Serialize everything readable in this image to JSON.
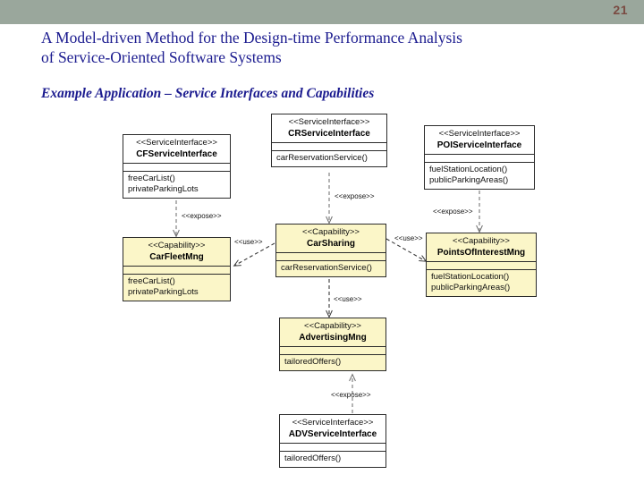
{
  "header": {
    "page_number": "21",
    "bar_color": "#9aa79c",
    "page_number_color": "#7a4b42"
  },
  "slide": {
    "title": "A Model-driven Method for the Design-time Performance Analysis\nof Service-Oriented Software Systems",
    "subtitle": "Example Application – Service Interfaces and Capabilities",
    "title_color": "#1b1b8f"
  },
  "diagram": {
    "type": "uml-class-diagram",
    "interface_fill": "#ffffff",
    "capability_fill": "#fbf6c8",
    "border_color": "#2b2b2b",
    "boxes": [
      {
        "id": "cf-service-interface",
        "stereotype": "<<ServiceInterface>>",
        "name": "CFServiceInterface",
        "operations": "freeCarList()\nprivateParkingLots",
        "kind": "interface"
      },
      {
        "id": "cr-service-interface",
        "stereotype": "<<ServiceInterface>>",
        "name": "CRServiceInterface",
        "operations": "carReservationService()",
        "kind": "interface"
      },
      {
        "id": "poi-service-interface",
        "stereotype": "<<ServiceInterface>>",
        "name": "POIServiceInterface",
        "operations": "fuelStationLocation()\npublicParkingAreas()",
        "kind": "interface"
      },
      {
        "id": "car-fleet-mng",
        "stereotype": "<<Capability>>",
        "name": "CarFleetMng",
        "operations": "freeCarList()\nprivateParkingLots",
        "kind": "capability"
      },
      {
        "id": "car-sharing",
        "stereotype": "<<Capability>>",
        "name": "CarSharing",
        "operations": "carReservationService()",
        "kind": "capability"
      },
      {
        "id": "points-of-interest-mng",
        "stereotype": "<<Capability>>",
        "name": "PointsOfInterestMng",
        "operations": "fuelStationLocation()\npublicParkingAreas()",
        "kind": "capability"
      },
      {
        "id": "advertising-mng",
        "stereotype": "<<Capability>>",
        "name": "AdvertisingMng",
        "operations": "tailoredOffers()",
        "kind": "capability"
      },
      {
        "id": "adv-service-interface",
        "stereotype": "<<ServiceInterface>>",
        "name": "ADVServiceInterface",
        "operations": "tailoredOffers()",
        "kind": "interface"
      }
    ],
    "connectors": [
      {
        "id": "expose-cf",
        "label": "<<expose>>",
        "from": "cf-service-interface",
        "to": "car-fleet-mng"
      },
      {
        "id": "expose-cr",
        "label": "<<expose>>",
        "from": "cr-service-interface",
        "to": "car-sharing"
      },
      {
        "id": "expose-poi",
        "label": "<<expose>>",
        "from": "poi-service-interface",
        "to": "points-of-interest-mng"
      },
      {
        "id": "use-cfm",
        "label": "<<use>>",
        "from": "car-sharing",
        "to": "car-fleet-mng"
      },
      {
        "id": "use-poim",
        "label": "<<use>>",
        "from": "car-sharing",
        "to": "points-of-interest-mng"
      },
      {
        "id": "use-adv",
        "label": "<<use>>",
        "from": "car-sharing",
        "to": "advertising-mng"
      },
      {
        "id": "expose-adv",
        "label": "<<expose>>",
        "from": "adv-service-interface",
        "to": "advertising-mng"
      }
    ]
  }
}
